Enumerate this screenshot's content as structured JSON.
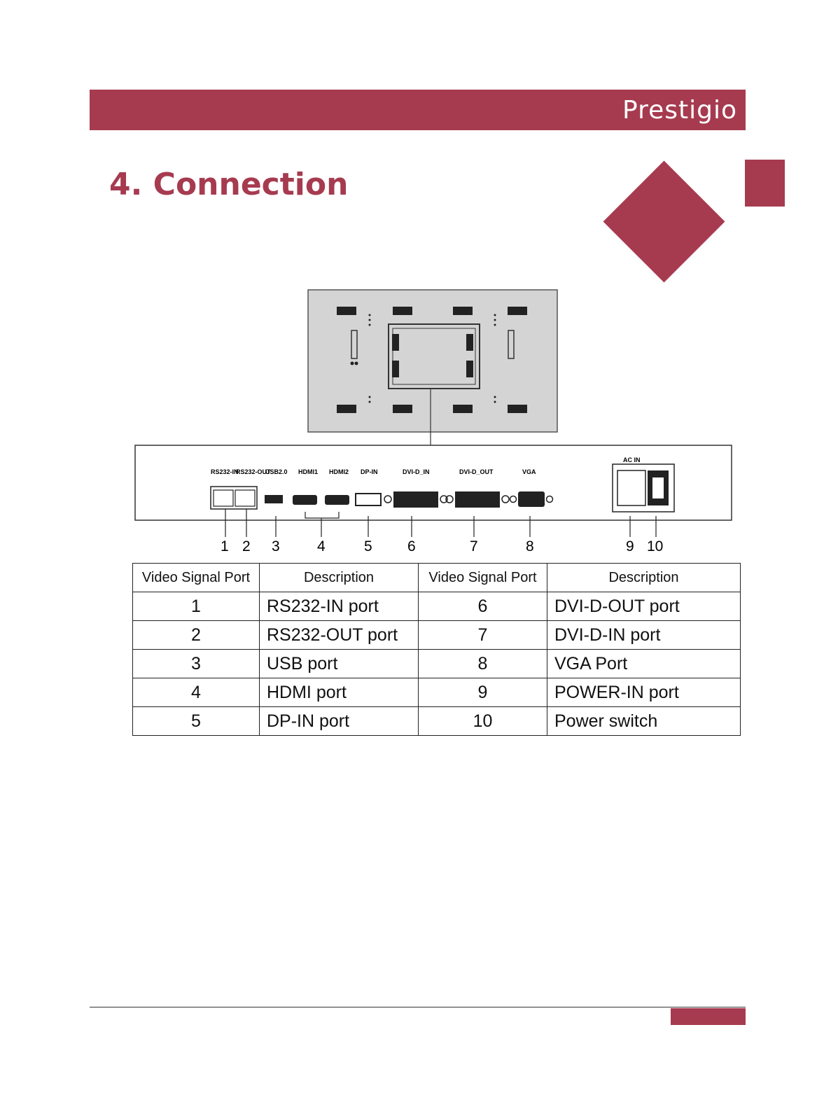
{
  "header": {
    "brand": "Prestigio"
  },
  "page": {
    "title": "4. Connection"
  },
  "diagram": {
    "port_labels": [
      "RS232-IN",
      "RS232-OUT",
      "USB2.0",
      "HDMI1",
      "HDMI2",
      "DP-IN",
      "DVI-D_IN",
      "DVI-D_OUT",
      "VGA",
      "AC IN"
    ],
    "callouts": [
      "1",
      "2",
      "3",
      "4",
      "5",
      "6",
      "7",
      "8",
      "9",
      "10"
    ]
  },
  "table": {
    "headers": [
      "Video Signal Port",
      "Description",
      "Video Signal Port",
      "Description"
    ],
    "rows": [
      [
        "1",
        "RS232-IN port",
        "6",
        "DVI-D-OUT port"
      ],
      [
        "2",
        "RS232-OUT port",
        "7",
        "DVI-D-IN port"
      ],
      [
        "3",
        "USB port",
        "8",
        "VGA  Port"
      ],
      [
        "4",
        "HDMI port",
        "9",
        "POWER-IN port"
      ],
      [
        "5",
        "DP-IN port",
        "10",
        "Power switch"
      ]
    ]
  },
  "colors": {
    "accent": "#a63b50",
    "panel_gray": "#d4d4d4"
  }
}
